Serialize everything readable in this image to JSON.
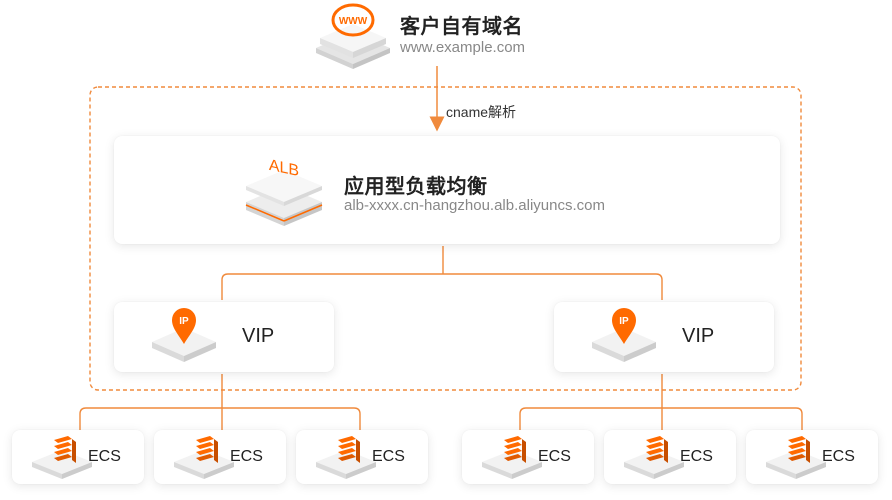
{
  "domain": {
    "title": "客户自有域名",
    "url": "www.example.com",
    "icon": "www-globe-icon",
    "icon_text": "WWW"
  },
  "connector": {
    "label": "cname解析"
  },
  "alb": {
    "title": "应用型负载均衡",
    "address": "alb-xxxx.cn-hangzhou.alb.aliyuncs.com",
    "icon": "alb-block-icon",
    "icon_text": "ALB"
  },
  "vips": [
    {
      "label": "VIP",
      "icon": "ip-pin-icon",
      "icon_text": "IP"
    },
    {
      "label": "VIP",
      "icon": "ip-pin-icon",
      "icon_text": "IP"
    }
  ],
  "ecs": [
    {
      "label": "ECS",
      "icon": "server-icon"
    },
    {
      "label": "ECS",
      "icon": "server-icon"
    },
    {
      "label": "ECS",
      "icon": "server-icon"
    },
    {
      "label": "ECS",
      "icon": "server-icon"
    },
    {
      "label": "ECS",
      "icon": "server-icon"
    },
    {
      "label": "ECS",
      "icon": "server-icon"
    }
  ],
  "colors": {
    "accent": "#FF6A00",
    "line": "#F08A3C",
    "block_top": "#F2F2F2",
    "block_side": "#D9D9D9"
  }
}
